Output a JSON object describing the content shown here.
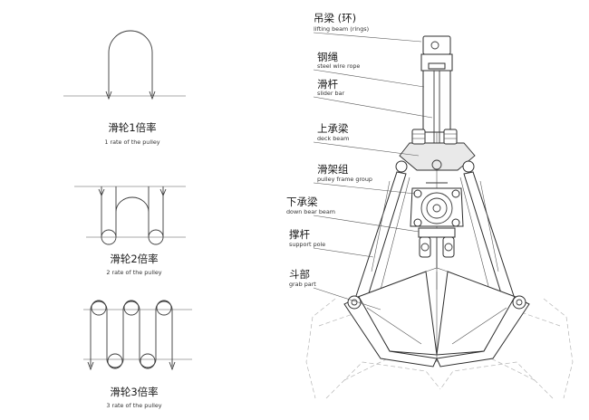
{
  "pulley_diagrams": [
    {
      "label_zh": "滑轮1倍率",
      "label_en": "1 rate of the pulley"
    },
    {
      "label_zh": "滑轮2倍率",
      "label_en": "2 rate of the pulley"
    },
    {
      "label_zh": "滑轮3倍率",
      "label_en": "3 rate of the pulley"
    }
  ],
  "callouts": [
    {
      "label_zh": "吊梁 (环)",
      "label_en": "lifting beam (rings)"
    },
    {
      "label_zh": "钢绳",
      "label_en": "steel wire rope"
    },
    {
      "label_zh": "滑杆",
      "label_en": "slider bar"
    },
    {
      "label_zh": "上承梁",
      "label_en": "deck beam"
    },
    {
      "label_zh": "滑架组",
      "label_en": "pulley frame group"
    },
    {
      "label_zh": "下承梁",
      "label_en": "down bear beam"
    },
    {
      "label_zh": "撑杆",
      "label_en": "support pole"
    },
    {
      "label_zh": "斗部",
      "label_en": "grab part"
    }
  ]
}
